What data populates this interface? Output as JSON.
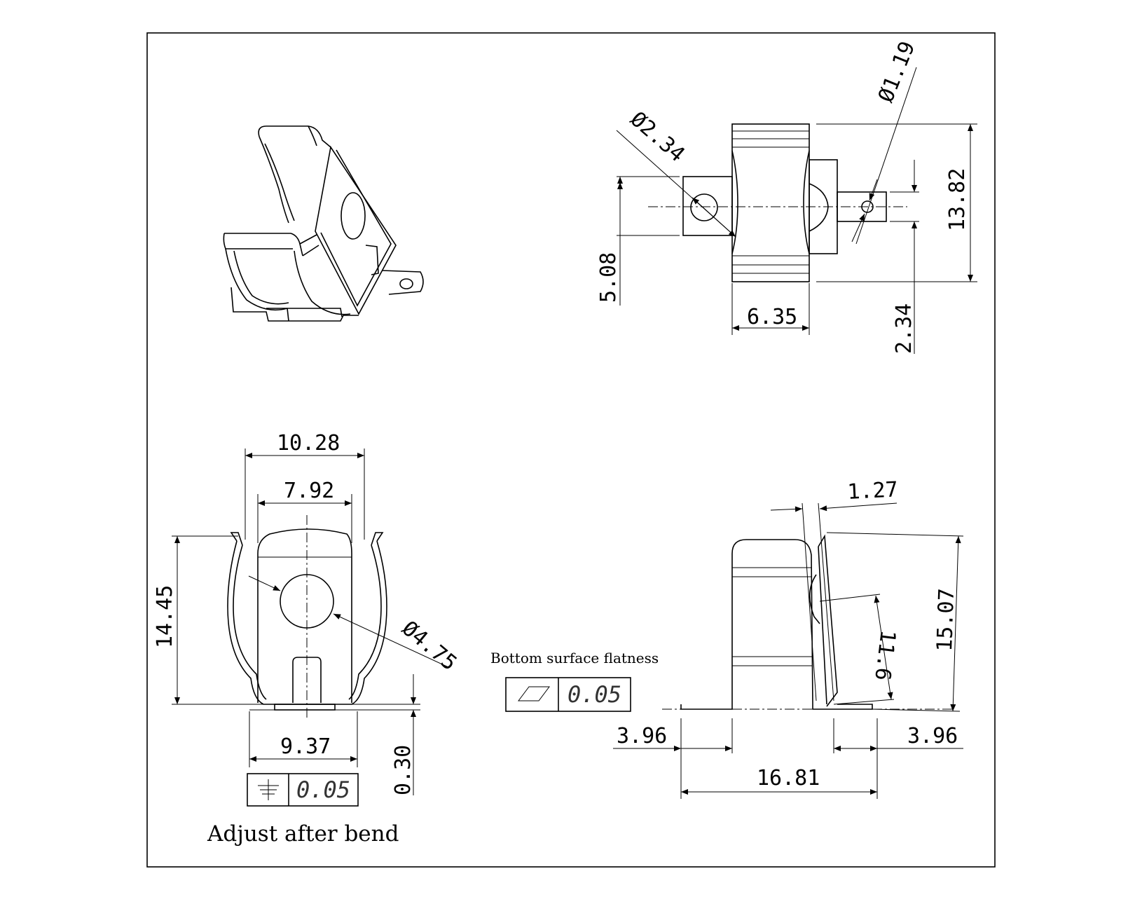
{
  "dimensions": {
    "top_hole_dia": "Ø2.34",
    "top_tab_hole_dia": "Ø1.19",
    "top_height": "13.82",
    "top_left_height": "5.08",
    "top_width": "6.35",
    "top_tab_offset": "2.34",
    "front_outer_width": "10.28",
    "front_inner_width": "7.92",
    "front_height": "14.45",
    "front_hole_dia": "Ø4.75",
    "front_base_width": "9.37",
    "front_base_gap": "0.30",
    "side_thickness": "1.27",
    "side_height": "15.07",
    "side_inner_height": "11.6",
    "side_left_foot": "3.96",
    "side_right_foot": "3.96",
    "side_total_width": "16.81"
  },
  "tolerances": {
    "parallelism_value": "0.05",
    "flatness_value": "0.05",
    "flatness_note": "Bottom surface flatness",
    "adjust_note": "Adjust after bend"
  }
}
